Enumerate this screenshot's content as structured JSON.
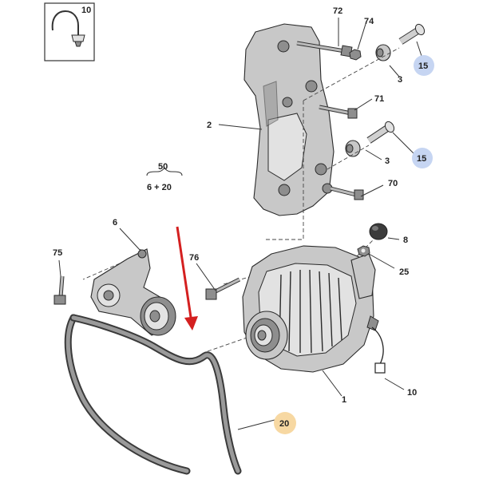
{
  "callouts": {
    "c10_inset": "10",
    "c72": "72",
    "c74": "74",
    "c15_top": "15",
    "c3_top": "3",
    "c71": "71",
    "c2": "2",
    "c15_mid": "15",
    "c3_mid": "3",
    "c70": "70",
    "c50": "50",
    "c6_20": "6 + 20",
    "c6": "6",
    "c75": "75",
    "c76": "76",
    "c8": "8",
    "c25": "25",
    "c10_bottom": "10",
    "c1": "1",
    "c20": "20"
  },
  "colors": {
    "blue_badge": "#c6d5f2",
    "orange_badge": "#f7d8a2",
    "arrow_red": "#d42020"
  },
  "icons": [
    "wire-clip-icon",
    "direction-arrow-icon"
  ]
}
